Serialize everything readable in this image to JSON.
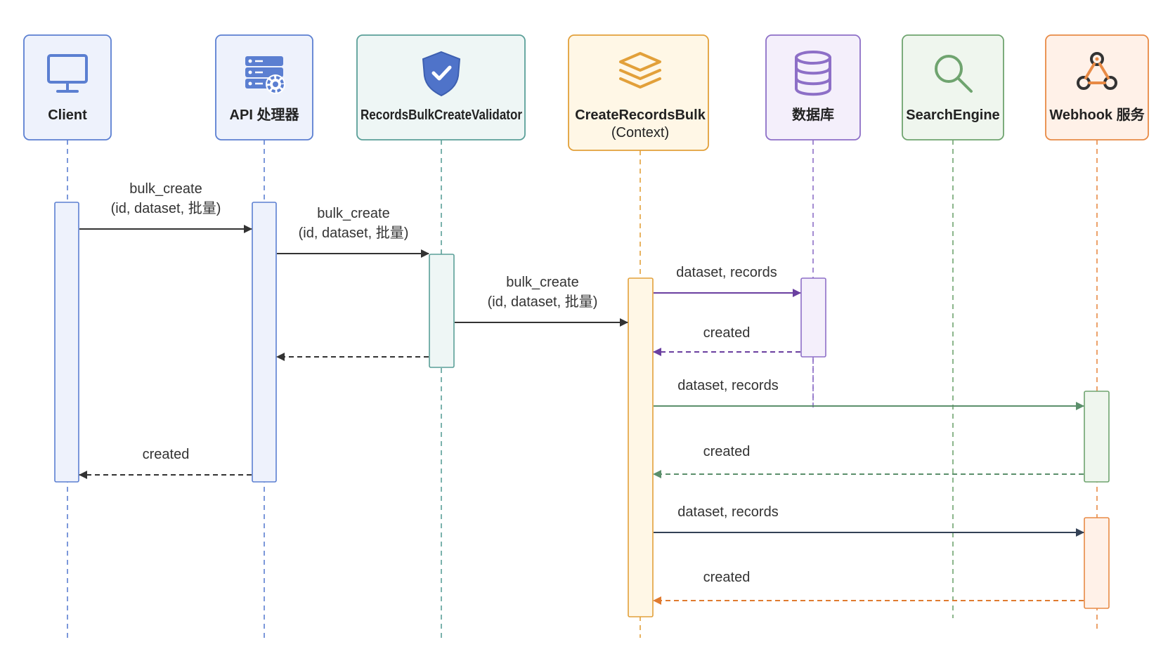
{
  "participants": [
    {
      "id": "client",
      "label": "Client",
      "icon": "monitor-icon",
      "color": "#5b7fd1",
      "fill": "#eef2fc"
    },
    {
      "id": "api",
      "label": "API 处理器",
      "icon": "server-gear-icon",
      "color": "#5b7fd1",
      "fill": "#eef2fc"
    },
    {
      "id": "validator",
      "label": "RecordsBulkCreateValidator",
      "icon": "shield-check-icon",
      "color": "#5a9f98",
      "fill": "#eef6f5"
    },
    {
      "id": "context",
      "label": "CreateRecordsBulk",
      "sublabel": "(Context)",
      "icon": "layers-icon",
      "color": "#e2a03a",
      "fill": "#fff7e6"
    },
    {
      "id": "db",
      "label": "数据库",
      "icon": "database-icon",
      "color": "#8d6fc7",
      "fill": "#f4effb"
    },
    {
      "id": "search",
      "label": "SearchEngine",
      "icon": "search-icon",
      "color": "#6fa46f",
      "fill": "#eff6ee"
    },
    {
      "id": "webhook",
      "label": "Webhook 服务",
      "icon": "webhook-icon",
      "color": "#e88a45",
      "fill": "#fff1e8"
    }
  ],
  "messages": [
    {
      "id": "m1",
      "from": "client",
      "to": "api",
      "lines": [
        "bulk_create",
        "(id, dataset, 批量)"
      ],
      "style": "solid",
      "color": "#333333"
    },
    {
      "id": "m2",
      "from": "api",
      "to": "validator",
      "lines": [
        "bulk_create",
        "(id, dataset, 批量)"
      ],
      "style": "solid",
      "color": "#333333"
    },
    {
      "id": "m3",
      "from": "validator",
      "to": "context",
      "lines": [
        "bulk_create",
        "(id, dataset, 批量)"
      ],
      "style": "solid",
      "color": "#333333"
    },
    {
      "id": "m4",
      "from": "context",
      "to": "db",
      "lines": [
        "dataset, records"
      ],
      "style": "solid",
      "color": "#6a3fa0"
    },
    {
      "id": "m5",
      "from": "db",
      "to": "context",
      "lines": [
        "created"
      ],
      "style": "dashed",
      "color": "#6a3fa0"
    },
    {
      "id": "m6",
      "from": "validator",
      "to": "api",
      "lines": [],
      "style": "dashed",
      "color": "#333333"
    },
    {
      "id": "m7",
      "from": "context",
      "to": "webhook",
      "lines": [
        "dataset, records"
      ],
      "style": "solid",
      "color": "#5b8f6b"
    },
    {
      "id": "m8",
      "from": "webhook",
      "to": "context",
      "lines": [
        "created"
      ],
      "style": "dashed",
      "color": "#5b8f6b"
    },
    {
      "id": "m9",
      "from": "api",
      "to": "client",
      "lines": [
        "created"
      ],
      "style": "dashed",
      "color": "#333333"
    },
    {
      "id": "m10",
      "from": "context",
      "to": "webhook",
      "lines": [
        "dataset, records"
      ],
      "style": "solid",
      "color": "#334155"
    },
    {
      "id": "m11",
      "from": "webhook",
      "to": "context",
      "lines": [
        "created"
      ],
      "style": "dashed",
      "color": "#e07b30"
    }
  ],
  "activations": [
    {
      "participant": "client",
      "color": "#5b7fd1",
      "fill": "#eef2fc"
    },
    {
      "participant": "api",
      "color": "#5b7fd1",
      "fill": "#eef2fc"
    },
    {
      "participant": "validator",
      "color": "#5a9f98",
      "fill": "#eef6f5"
    },
    {
      "participant": "context",
      "color": "#e2a03a",
      "fill": "#fff7e6"
    },
    {
      "participant": "db",
      "color": "#8d6fc7",
      "fill": "#f4effb"
    },
    {
      "participant": "webhook",
      "color": "#6fa46f",
      "fill": "#eff6ee"
    },
    {
      "participant": "webhook",
      "color": "#e88a45",
      "fill": "#fff1e8"
    }
  ]
}
